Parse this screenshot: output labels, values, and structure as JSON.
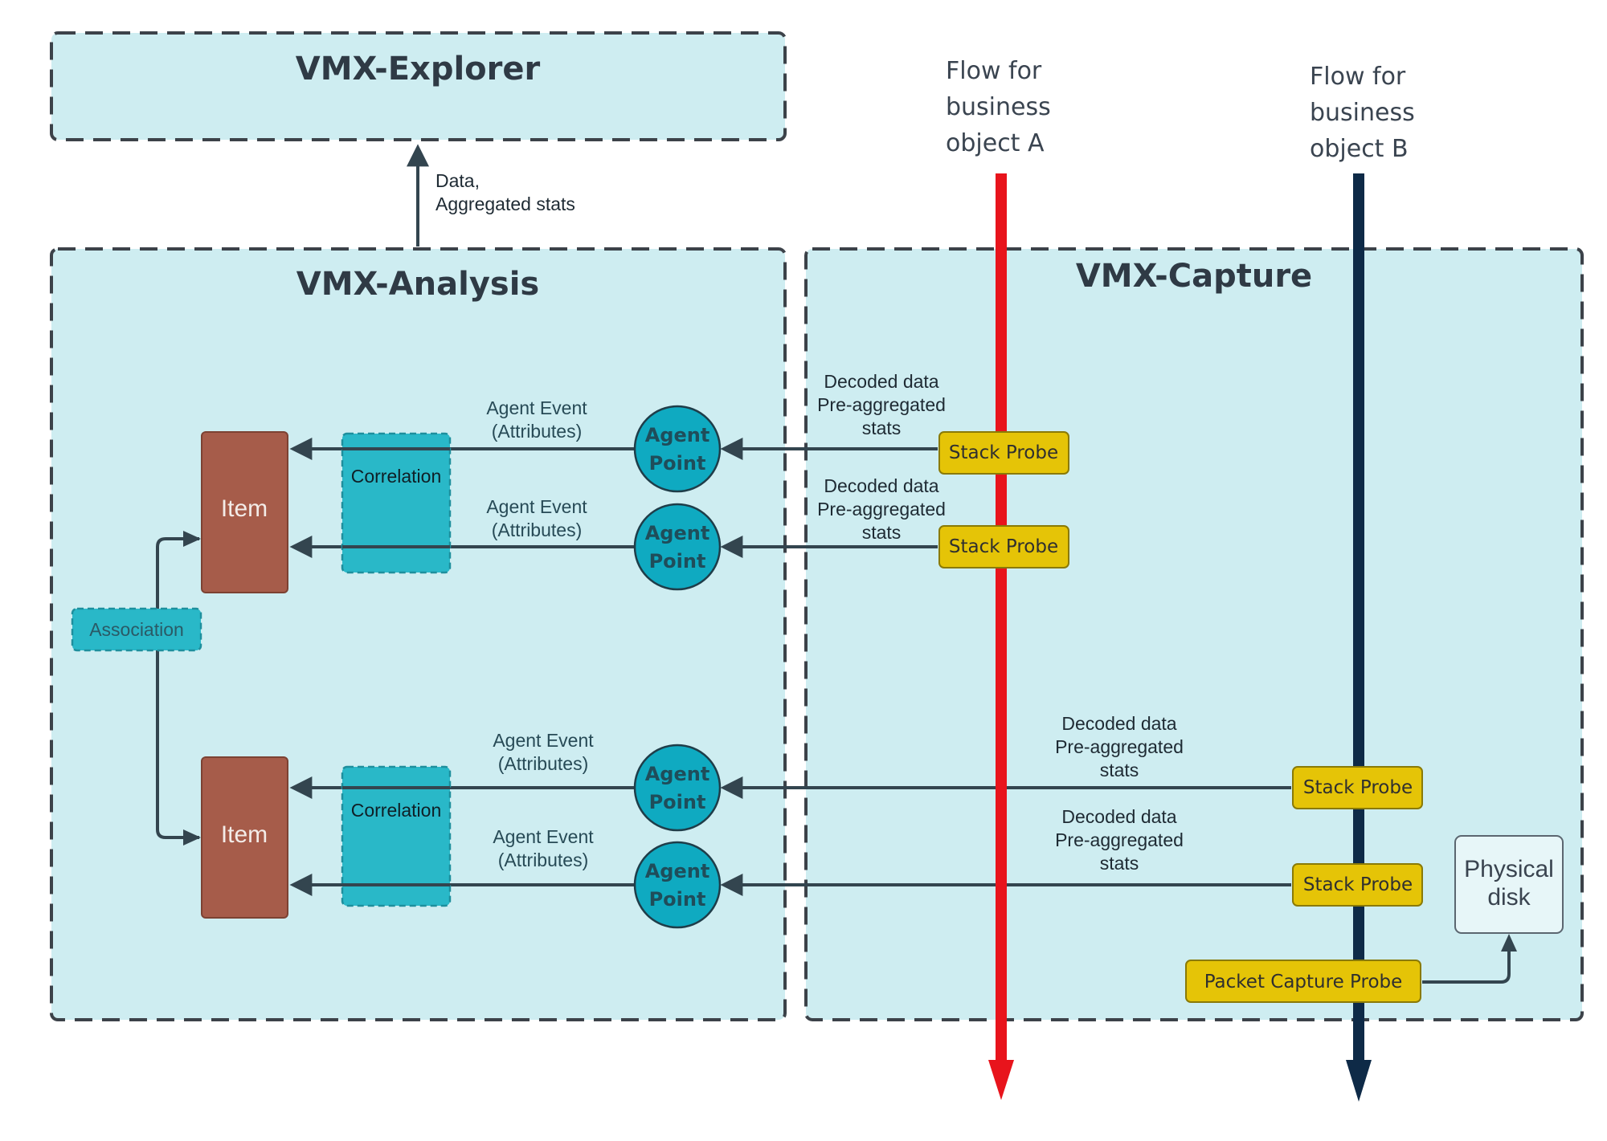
{
  "explorer": {
    "title": "VMX-Explorer"
  },
  "analysis": {
    "title": "VMX-Analysis"
  },
  "capture": {
    "title": "VMX-Capture"
  },
  "explorer_link": {
    "line1": "Data,",
    "line2": "Aggregated stats"
  },
  "flows": [
    {
      "line1": "Flow for",
      "line2": "business",
      "line3": "object A",
      "color": "#e8141c"
    },
    {
      "line1": "Flow for",
      "line2": "business",
      "line3": "object B",
      "color": "#0e2a47"
    }
  ],
  "items": [
    {
      "label": "Item"
    },
    {
      "label": "Item"
    }
  ],
  "correlations": [
    {
      "label": "Correlation"
    },
    {
      "label": "Correlation"
    }
  ],
  "association": {
    "label": "Association"
  },
  "agent_points": [
    {
      "line1": "Agent",
      "line2": "Point"
    },
    {
      "line1": "Agent",
      "line2": "Point"
    },
    {
      "line1": "Agent",
      "line2": "Point"
    },
    {
      "line1": "Agent",
      "line2": "Point"
    }
  ],
  "agent_events": [
    {
      "line1": "Agent Event",
      "line2": "(Attributes)"
    },
    {
      "line1": "Agent Event",
      "line2": "(Attributes)"
    },
    {
      "line1": "Agent Event",
      "line2": "(Attributes)"
    },
    {
      "line1": "Agent Event",
      "line2": "(Attributes)"
    }
  ],
  "decoded_labels": [
    {
      "line1": "Decoded data",
      "line2": "Pre-aggregated",
      "line3": "stats"
    },
    {
      "line1": "Decoded data",
      "line2": "Pre-aggregated",
      "line3": "stats"
    },
    {
      "line1": "Decoded data",
      "line2": "Pre-aggregated",
      "line3": "stats"
    },
    {
      "line1": "Decoded data",
      "line2": "Pre-aggregated",
      "line3": "stats"
    }
  ],
  "stack_probes": [
    {
      "label": "Stack Probe"
    },
    {
      "label": "Stack Probe"
    },
    {
      "label": "Stack Probe"
    },
    {
      "label": "Stack Probe"
    }
  ],
  "packet_probe": {
    "label": "Packet Capture Probe"
  },
  "physical_disk": {
    "line1": "Physical",
    "line2": "disk"
  },
  "colors": {
    "panel_fill": "#ceedf1",
    "panel_stroke": "#3c4249",
    "item_fill": "#a65c4a",
    "correlation_fill": "#29b8c8",
    "agent_fill": "#0faac1",
    "probe_fill": "#e5c407",
    "connector": "#33454f"
  }
}
